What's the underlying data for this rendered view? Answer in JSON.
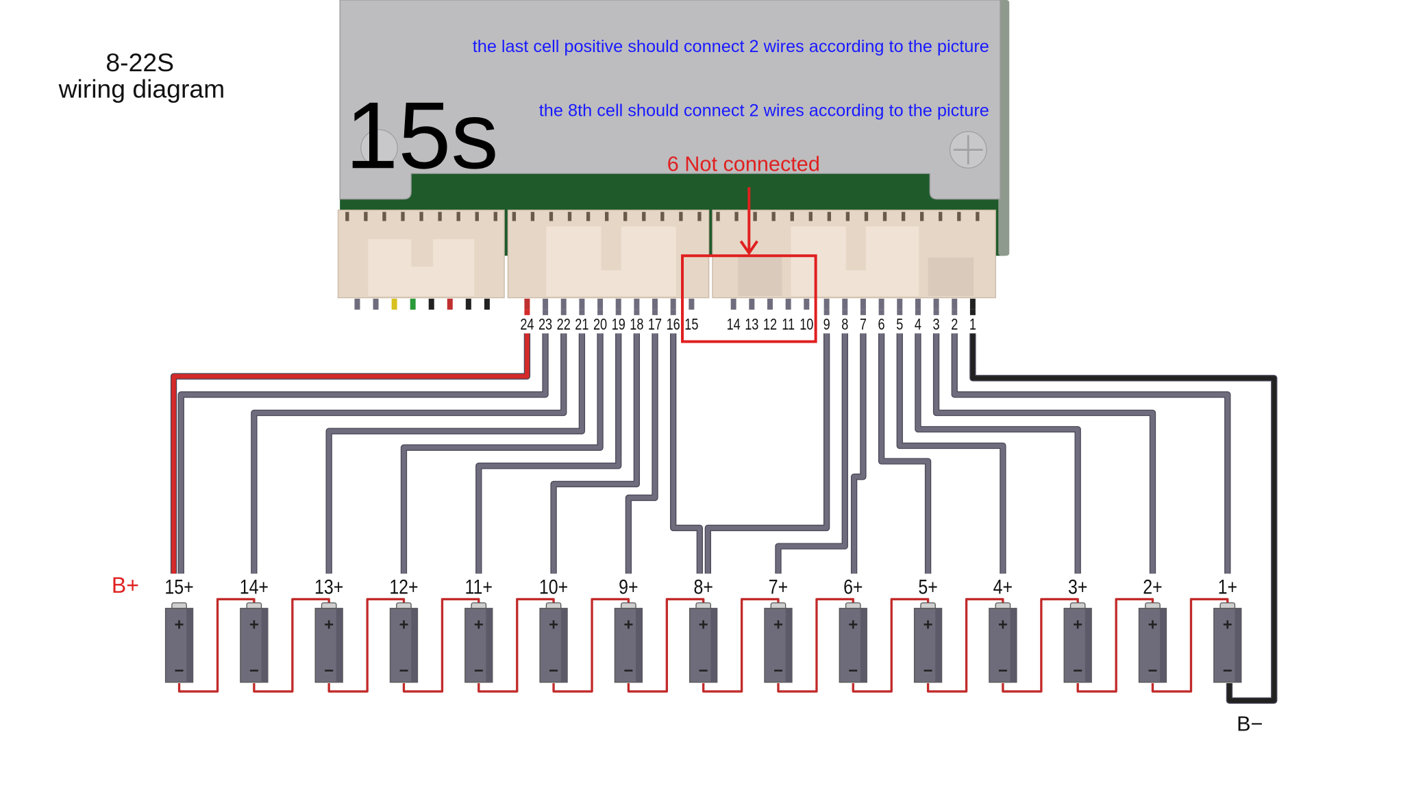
{
  "title": {
    "line1": "8-22S",
    "line2": "wiring diagram"
  },
  "board": {
    "series_label": "15s",
    "note_last_cell": "the last cell positive should connect 2 wires according to the picture",
    "note_8th_cell": "the 8th cell should connect 2 wires according to the picture",
    "not_connected_label": "6 Not connected"
  },
  "pins": [
    "24",
    "23",
    "22",
    "21",
    "20",
    "19",
    "18",
    "17",
    "16",
    "15",
    "14",
    "13",
    "12",
    "11",
    "10",
    "9",
    "8",
    "7",
    "6",
    "5",
    "4",
    "3",
    "2",
    "1"
  ],
  "cells": [
    "15+",
    "14+",
    "13+",
    "12+",
    "11+",
    "10+",
    "9+",
    "8+",
    "7+",
    "6+",
    "5+",
    "4+",
    "3+",
    "2+",
    "1+"
  ],
  "cell_terminals": {
    "plus": "+",
    "minus": "−"
  },
  "b_plus": "B+",
  "b_minus": "B−",
  "connections": [
    {
      "pin": "24",
      "cell": "15+",
      "color": "#d42a2a"
    },
    {
      "pin": "23",
      "cell": "15+"
    },
    {
      "pin": "22",
      "cell": "14+"
    },
    {
      "pin": "21",
      "cell": "13+"
    },
    {
      "pin": "20",
      "cell": "12+"
    },
    {
      "pin": "19",
      "cell": "11+"
    },
    {
      "pin": "18",
      "cell": "10+"
    },
    {
      "pin": "17",
      "cell": "9+"
    },
    {
      "pin": "16",
      "cell": "8+"
    },
    {
      "pin": "9",
      "cell": "8+"
    },
    {
      "pin": "8",
      "cell": "7+"
    },
    {
      "pin": "7",
      "cell": "6+"
    },
    {
      "pin": "6",
      "cell": "5+"
    },
    {
      "pin": "5",
      "cell": "4+"
    },
    {
      "pin": "4",
      "cell": "3+"
    },
    {
      "pin": "3",
      "cell": "2+"
    },
    {
      "pin": "2",
      "cell": "1+"
    },
    {
      "pin": "1",
      "cell": "B−",
      "color": "#222222"
    }
  ],
  "colors": {
    "note_blue": "#1a1aff",
    "alert_red": "#e02020",
    "wire_gray": "#6f6d7d",
    "pcb_green": "#1f5a2a",
    "plate_gray": "#b9b9bb",
    "connector_beige": "#e8d8c8"
  }
}
